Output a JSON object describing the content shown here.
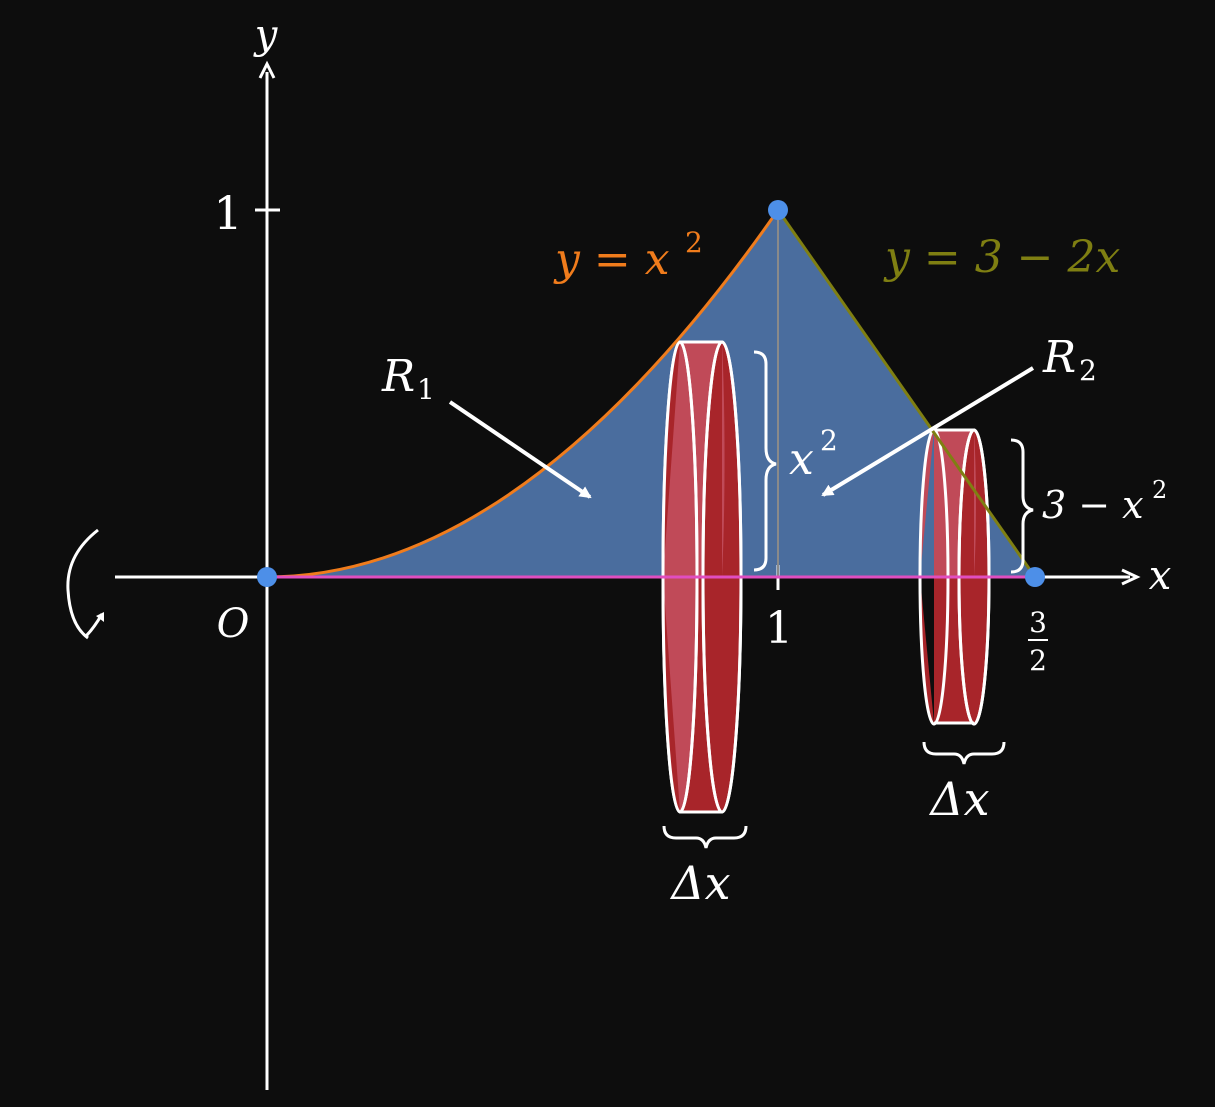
{
  "axes": {
    "x_label": "x",
    "y_label": "y",
    "origin_label": "O",
    "x_tick_one": "1",
    "x_tick_end_num": "3",
    "x_tick_end_den": "2",
    "y_tick_one": "1"
  },
  "curves": {
    "parabola_label_lhs": "y = x",
    "parabola_label_exp": "2",
    "line_label": "y = 3 − 2x",
    "parabola_color": "#f07c1c",
    "line_color": "#7f7f12"
  },
  "regions": {
    "r1_main": "R",
    "r1_sub": "1",
    "r2_main": "R",
    "r2_sub": "2",
    "fill_color": "#4a6d9e"
  },
  "disks": {
    "disk1_height_base": "x",
    "disk1_height_exp": "2",
    "disk2_height_text": "3 − x",
    "disk2_height_exp": "2",
    "width_label": "Δx",
    "disk_color": "#a8252a",
    "disk_face_color": "#c04a58"
  },
  "points_color": "#4d8fe8",
  "axis_of_rotation_color": "#e04ec0",
  "rotation_icon": "rotation-arrow-icon"
}
